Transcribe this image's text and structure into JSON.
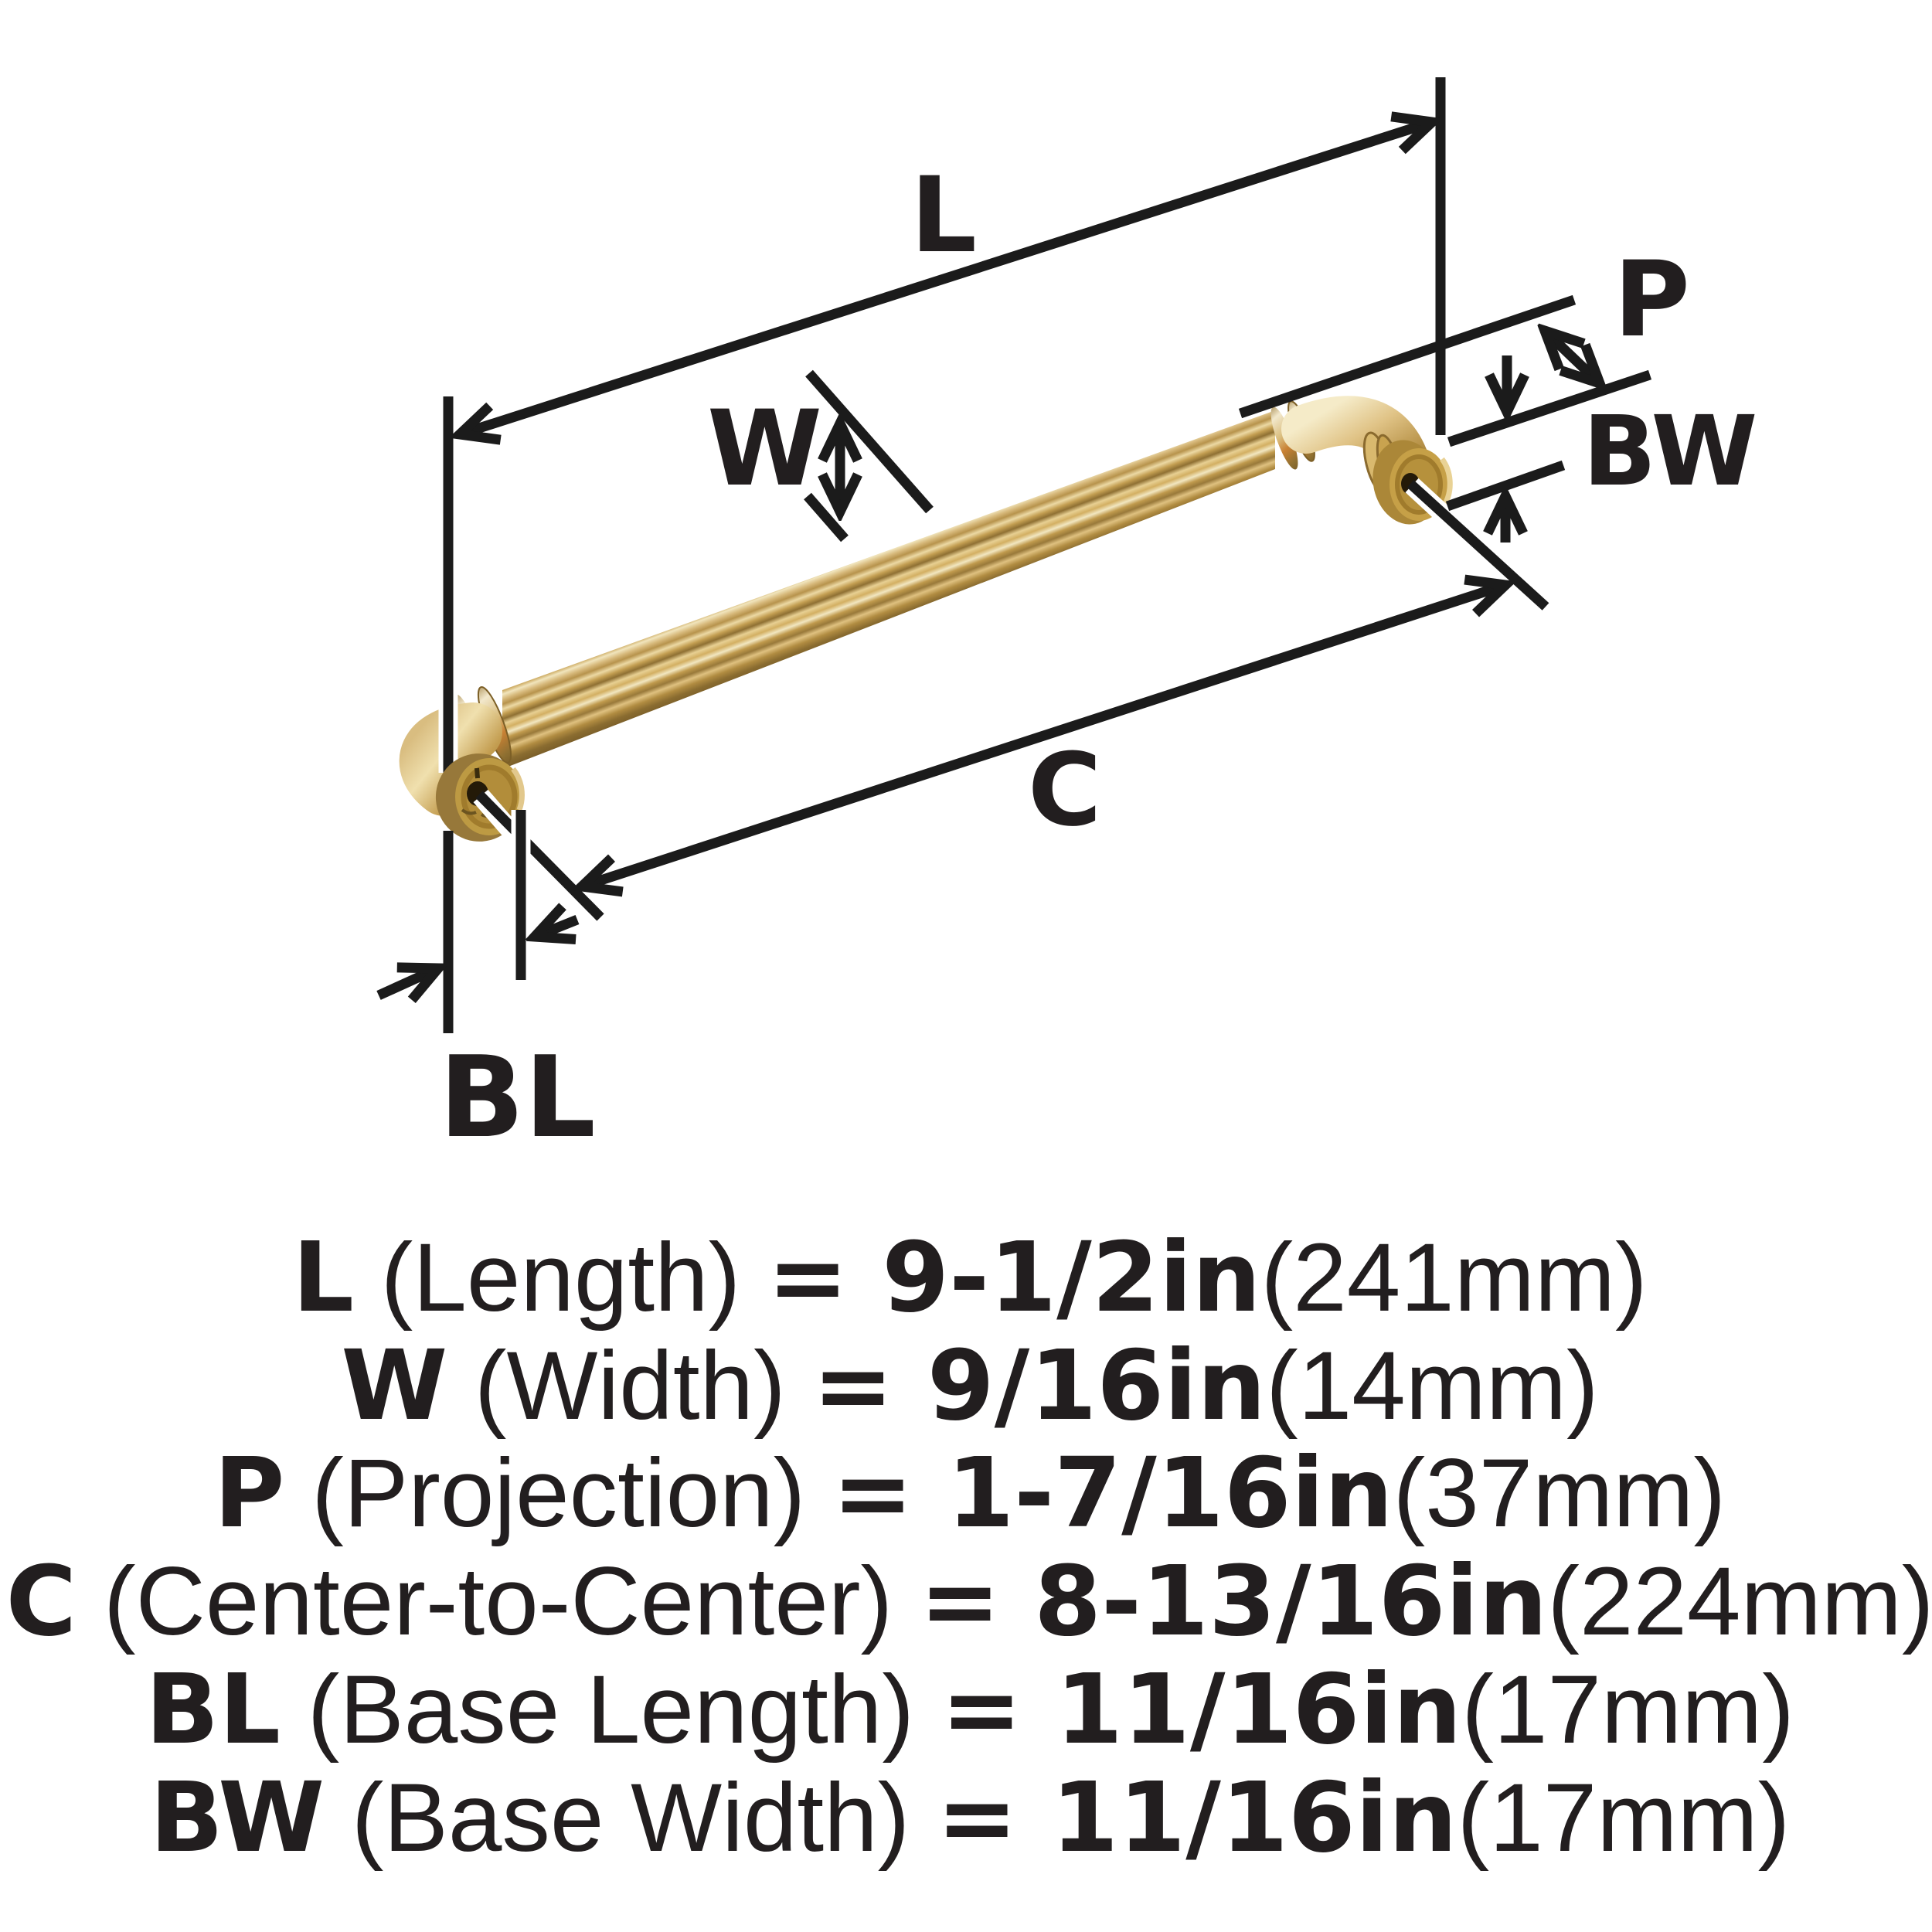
{
  "title": "Cabinet pull hardware dimension diagram",
  "colors": {
    "line": "#1b1b1b",
    "text": "#221e1f",
    "hole": "#241a08",
    "flutes": [
      "#8f7434",
      "#caa75c",
      "#f1e5bd",
      "#d7b97b",
      "#b7934c",
      "#ecd9a4",
      "#c49f52",
      "#8f7033",
      "#e8d093",
      "#d3af62",
      "#f2e7c1",
      "#c09a4d",
      "#99793a",
      "#dfc180",
      "#b18c41",
      "#8a6c30",
      "#7a5e29"
    ],
    "elbow_left": [
      "#d9bd80",
      "#f0e0ae",
      "#c49e51",
      "#8a6a2d"
    ],
    "elbow_right": [
      "#f5ebc8",
      "#e0c386",
      "#b9944a",
      "#8a6a2e"
    ],
    "collar": [
      "#9a7b3c",
      "#f2e8cc",
      "#d9bc7c",
      "#c98134",
      "#8f7031",
      "#6f5524"
    ],
    "flange_left": {
      "wall": "#97783a",
      "face": "#bd9a43",
      "inner": "#b28d3a",
      "ring": "#a07b2c",
      "rim": "#e2c88c"
    },
    "flange_right": {
      "wall": "#ab8738",
      "face": "#c6a047",
      "inner": "#b6913c",
      "ring": "#a07b2c",
      "rim": "#e9d295"
    }
  },
  "diagram": {
    "labels": {
      "L": "L",
      "W": "W",
      "P": "P",
      "BW": "BW",
      "C": "C",
      "BL": "BL"
    }
  },
  "specs": [
    {
      "key": "L",
      "label": " (Length) ",
      "eq": "=",
      "value": " 9-1/2in",
      "metric": "(241mm)"
    },
    {
      "key": "W",
      "label": " (Width) ",
      "eq": "=",
      "value": " 9/16in",
      "metric": "(14mm)"
    },
    {
      "key": "P",
      "label": " (Projection) ",
      "eq": "=",
      "value": " 1-7/16in",
      "metric": "(37mm)"
    },
    {
      "key": "C",
      "label": " (Center-to-Center) ",
      "eq": "=",
      "value": " 8-13/16in",
      "metric": "(224mm)"
    },
    {
      "key": "BL",
      "label": " (Base Length) ",
      "eq": "=",
      "value": " 11/16in",
      "metric": "(17mm)"
    },
    {
      "key": "BW",
      "label": " (Base Width) ",
      "eq": "=",
      "value": " 11/16in",
      "metric": "(17mm)"
    }
  ]
}
